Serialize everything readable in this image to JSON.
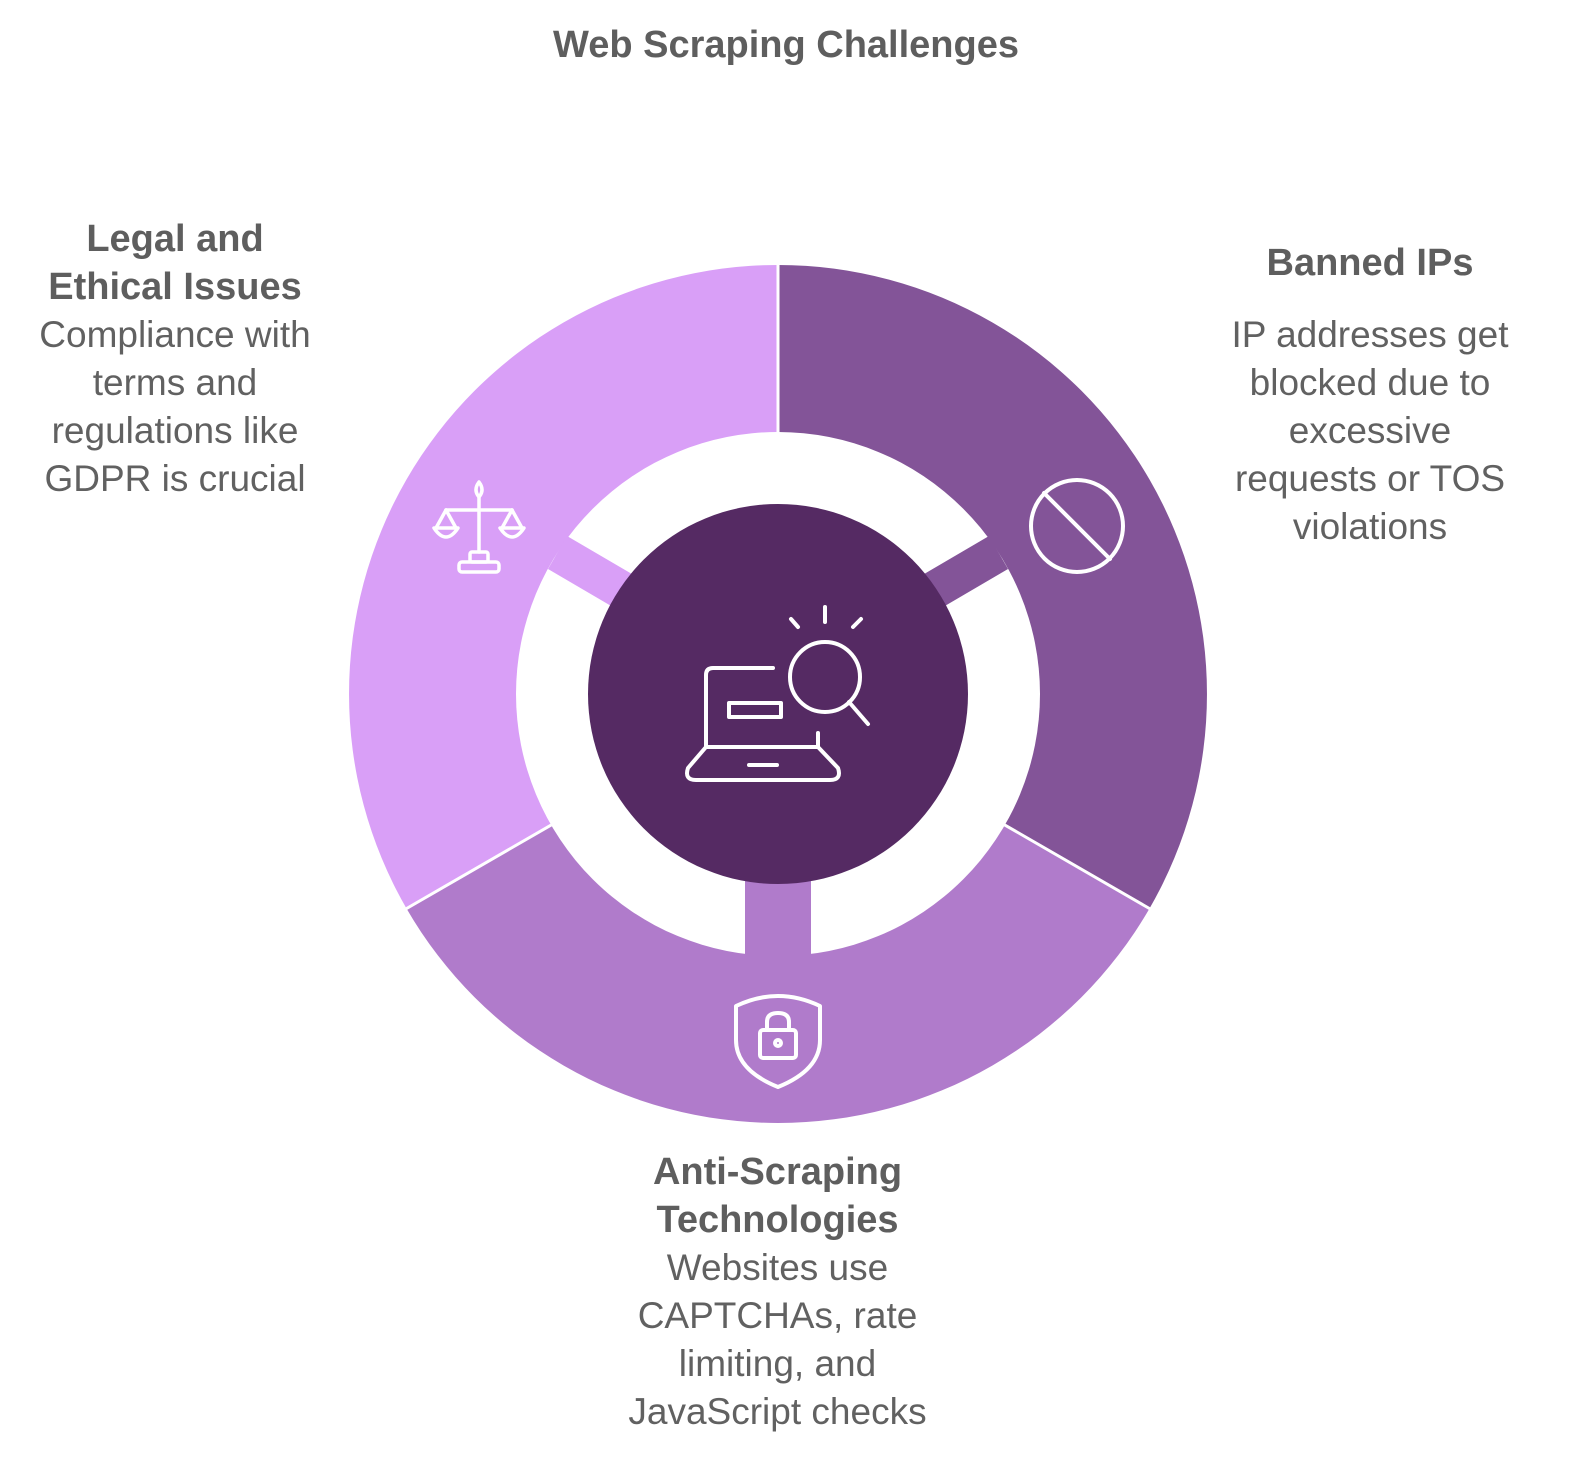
{
  "title": "Web Scraping Challenges",
  "colors": {
    "legal_segment": "#d99ff7",
    "banned_segment": "#835498",
    "anti_segment": "#b07bcb",
    "center_circle": "#552a63",
    "text": "#5e5e5e",
    "icon_stroke": "#ffffff"
  },
  "center": {
    "icon": "laptop-search-icon"
  },
  "segments": [
    {
      "id": "legal",
      "title": "Legal and Ethical Issues",
      "title_lines": [
        "Legal and",
        "Ethical Issues"
      ],
      "description_lines": [
        "Compliance with",
        "terms and",
        "regulations like",
        "GDPR is crucial"
      ],
      "icon": "scales-icon"
    },
    {
      "id": "banned",
      "title": "Banned IPs",
      "title_lines": [
        "Banned IPs"
      ],
      "description_lines": [
        "IP addresses get",
        "blocked due to",
        "excessive",
        "requests or TOS",
        "violations"
      ],
      "icon": "prohibited-icon"
    },
    {
      "id": "anti",
      "title": "Anti-Scraping Technologies",
      "title_lines": [
        "Anti-Scraping",
        "Technologies"
      ],
      "description_lines": [
        "Websites use",
        "CAPTCHAs, rate",
        "limiting, and",
        "JavaScript checks"
      ],
      "icon": "shield-lock-icon"
    }
  ]
}
